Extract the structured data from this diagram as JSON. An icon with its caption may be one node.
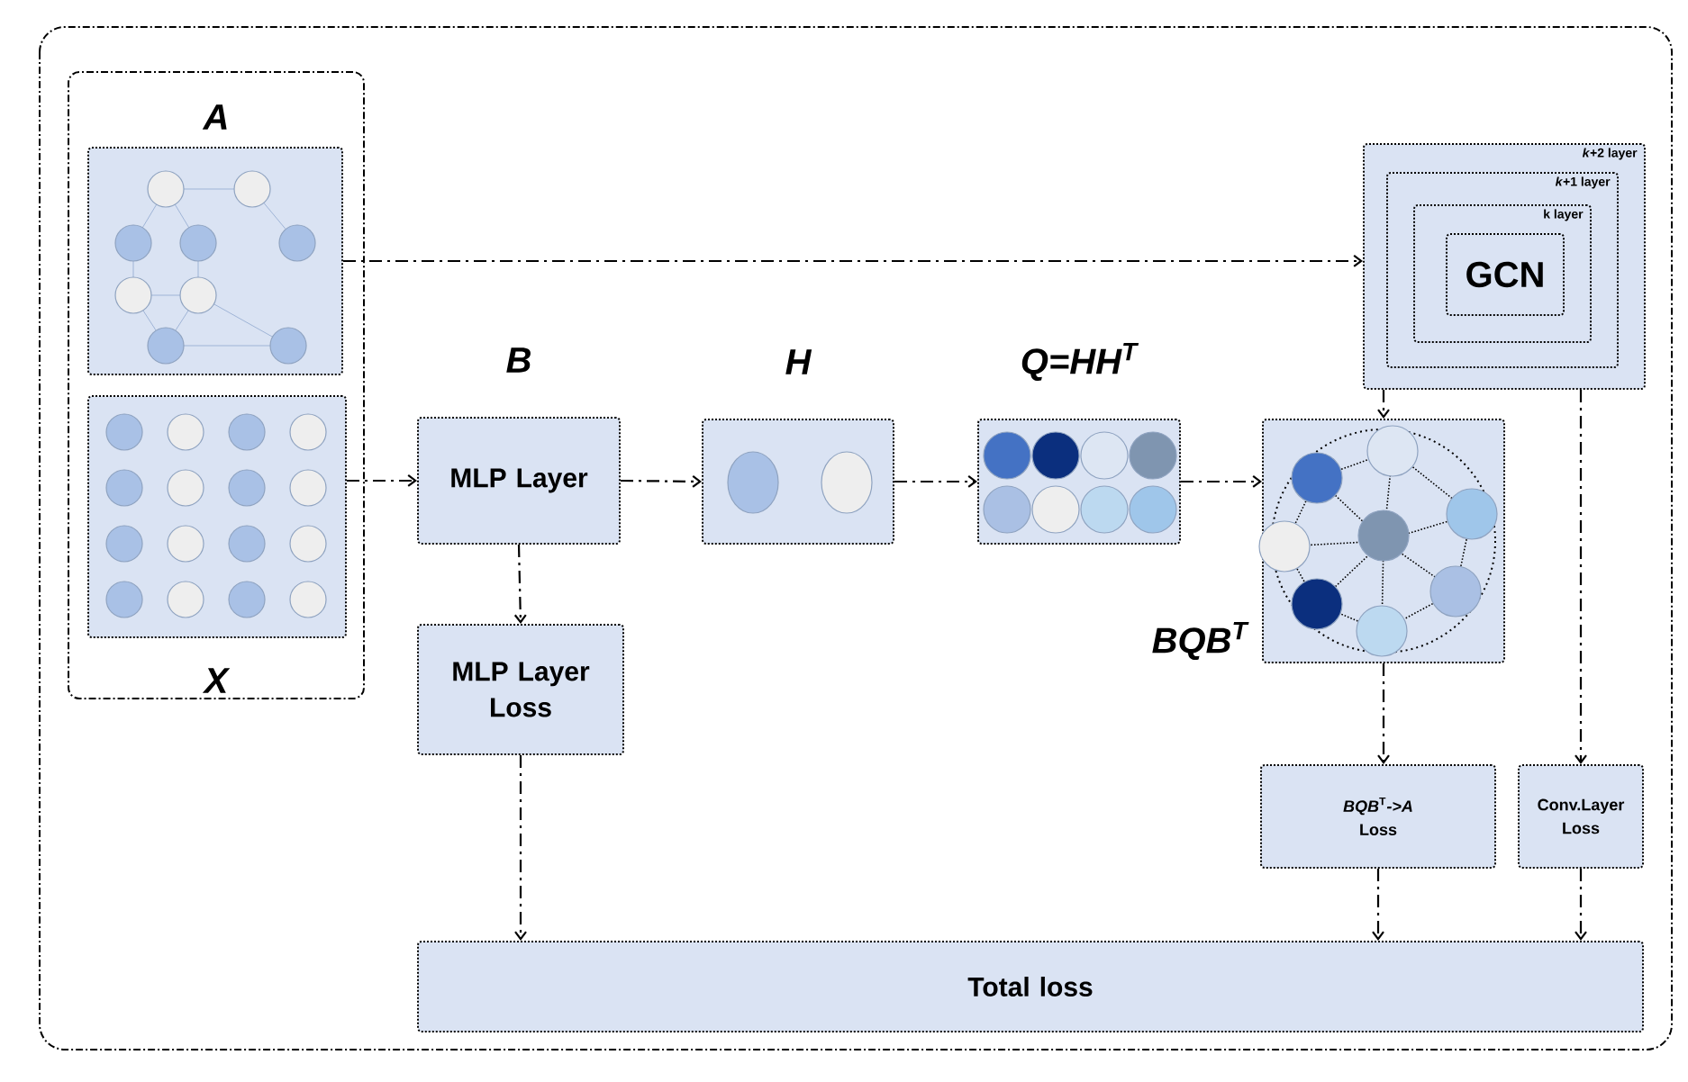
{
  "diagram": {
    "nodes": [
      {
        "text": [
          "A",
          "X"
        ]
      },
      {
        "text": [],
        "shape": "picture",
        "in": 0
      },
      {
        "text": [],
        "shape": "picture",
        "in": 0
      },
      {
        "text": [
          "B",
          "MLP Layer"
        ]
      },
      {
        "text": [
          "H"
        ]
      },
      {
        "text": [
          "Q=HH$^{T}$"
        ]
      },
      {
        "text": [
          "BQB$^{T}$"
        ]
      },
      {
        "text": [
          "*k*+2 layer"
        ]
      },
      {
        "text": [
          "*k*+1 layer"
        ],
        "in": 7
      },
      {
        "text": [
          "k layer"
        ],
        "in": 8
      },
      {
        "text": [
          "GCN"
        ],
        "in": 9
      },
      {
        "text": [
          "MLP Layer Loss"
        ]
      },
      {
        "text": [
          "*BQB*$^{T}$*->A* Loss"
        ]
      },
      {
        "text": [
          "Conv.Layer Loss"
        ]
      },
      {
        "text": [
          "Total loss"
        ]
      }
    ],
    "edges": [
      {
        "from": 1,
        "to": 7,
        "arrow": "to"
      },
      {
        "from": 2,
        "to": 3,
        "arrow": "to"
      },
      {
        "from": 3,
        "to": 4,
        "arrow": "to"
      },
      {
        "from": 4,
        "to": 5,
        "arrow": "to"
      },
      {
        "from": 5,
        "to": 6,
        "arrow": "to"
      },
      {
        "from": 7,
        "to": 6,
        "arrow": "to"
      },
      {
        "from": 3,
        "to": 11,
        "arrow": "to"
      },
      {
        "from": 6,
        "to": 12,
        "arrow": "to"
      },
      {
        "from": 7,
        "to": 13,
        "arrow": "to"
      },
      {
        "from": 11,
        "to": 14,
        "arrow": "to"
      },
      {
        "from": 12,
        "to": 14,
        "arrow": "to"
      },
      {
        "from": 13,
        "to": 14,
        "arrow": "to"
      }
    ]
  }
}
